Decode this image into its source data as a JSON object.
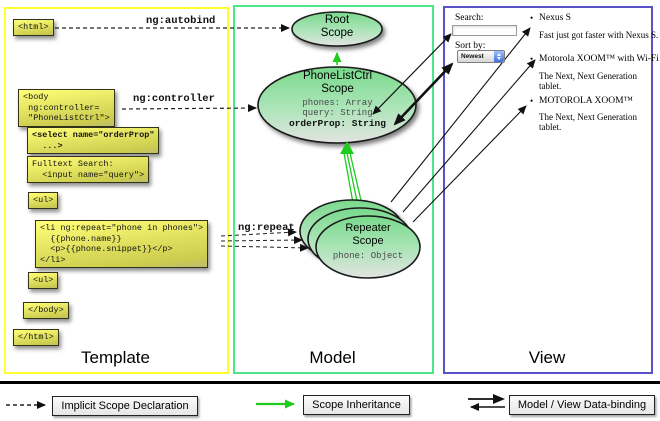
{
  "columns": {
    "template": "Template",
    "model": "Model",
    "view": "View"
  },
  "directives": {
    "autobind": "ng:autobind",
    "controller": "ng:controller",
    "repeat": "ng:repeat"
  },
  "code": {
    "html_open": "<html>",
    "body_open": "<body\n ng:controller=\n \"PhoneListCtrl\">",
    "select": "<select name=\"orderProp\"\n  ...>",
    "fulltext": "Fulltext Search:\n  <input name=\"query\">",
    "ul_open": "<ul>",
    "li_repeat": "<li ng:repeat=\"phone in phones\">\n  {{phone.name}}\n  <p>{{phone.snippet}}</p>\n</li>",
    "ul_close": "<ul>",
    "body_close": "</body>",
    "html_close": "</html>"
  },
  "scopes": {
    "root": {
      "title": "Root\nScope"
    },
    "phonelist": {
      "title": "PhoneListCtrl\nScope",
      "props": "phones: Array\nquery: String",
      "bold_prop": "orderProp: String"
    },
    "repeater": {
      "title": "Repeater\nScope",
      "prop": "phone: Object"
    }
  },
  "view": {
    "search_label": "Search:",
    "sort_label": "Sort by:",
    "sort_value": "Newest",
    "bullet": "•",
    "items": [
      {
        "title": "Nexus S",
        "desc": "Fast just got faster with Nexus S."
      },
      {
        "title": "Motorola XOOM™ with Wi-Fi",
        "desc": "The Next, Next Generation tablet."
      },
      {
        "title": "MOTOROLA XOOM™",
        "desc": "The Next, Next Generation tablet."
      }
    ]
  },
  "legend": {
    "implicit": "Implicit Scope Declaration",
    "inheritance": "Scope Inheritance",
    "binding": "Model / View Data-binding"
  },
  "colors": {
    "template_border": "#ffff2e",
    "model_border": "#4ae88c",
    "view_border": "#5c52c8",
    "scope_green": "#79d98c",
    "box_yellow": "#ffff78",
    "inheritance_green": "#1ecb1e"
  }
}
